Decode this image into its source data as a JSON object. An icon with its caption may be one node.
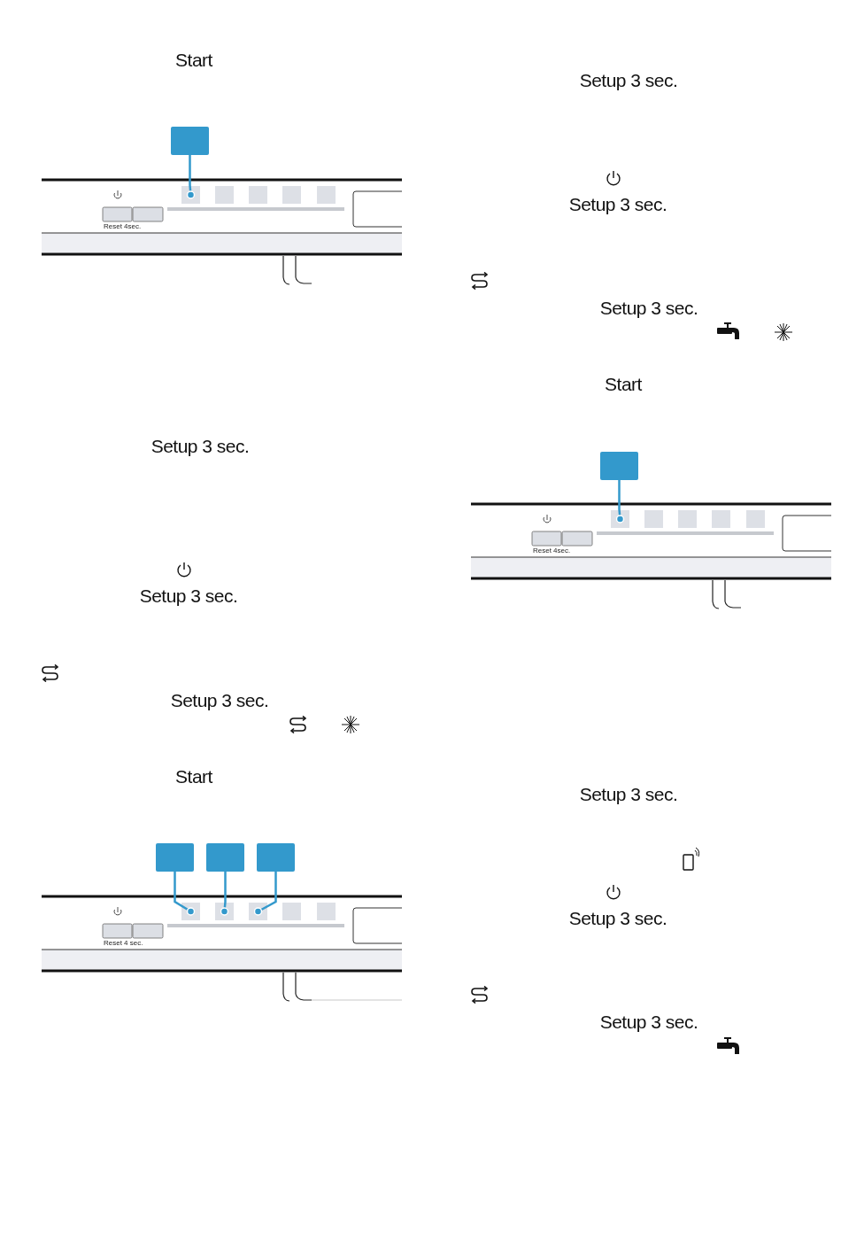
{
  "diagram": {
    "nodes": [
      {
        "text": [],
        "shape": "box"
      },
      {
        "text": [],
        "shape": "box"
      },
      {
        "text": [],
        "shape": "box"
      },
      {
        "text": [],
        "shape": "box"
      },
      {
        "text": [],
        "shape": "box"
      },
      {
        "text": [],
        "shape": "box"
      },
      {
        "text": [],
        "shape": "box"
      },
      {
        "text": [],
        "shape": "box"
      },
      {
        "text": [],
        "shape": "box"
      },
      {
        "text": [],
        "shape": "box"
      },
      {
        "text": [],
        "shape": "box"
      },
      {
        "text": [],
        "shape": "box"
      },
      {
        "text": [],
        "shape": "box"
      },
      {
        "text": [],
        "shape": "box"
      },
      {
        "text": [],
        "shape": "box"
      },
      {
        "text": [],
        "shape": "box"
      },
      {
        "text": [],
        "shape": "box"
      },
      {
        "text": [],
        "shape": "box"
      },
      {
        "text": [],
        "shape": "box"
      },
      {
        "text": [],
        "shape": "box"
      }
    ],
    "edges": [
      {
        "from": 0,
        "to": 1,
        "arrow": "other"
      },
      {
        "from": 6,
        "to": 7,
        "arrow": "other"
      },
      {
        "from": 12,
        "to": 15,
        "arrow": "other"
      },
      {
        "from": 13,
        "to": 16,
        "arrow": "other"
      },
      {
        "from": 14,
        "to": 17,
        "arrow": "other"
      }
    ],
    "labels": [
      "Start",
      "Reset 4sec.",
      "Setup 3 sec.",
      "Setup 3 sec.",
      "Setup 3 sec.",
      "Start",
      "Reset 4 sec.",
      "Setup 3 sec.",
      "Setup 3 sec.",
      "Setup 3 sec.",
      "Start",
      "Reset 4sec.",
      "Setup 3 sec.",
      "Setup 3 sec.",
      "Setup 3 sec."
    ]
  }
}
